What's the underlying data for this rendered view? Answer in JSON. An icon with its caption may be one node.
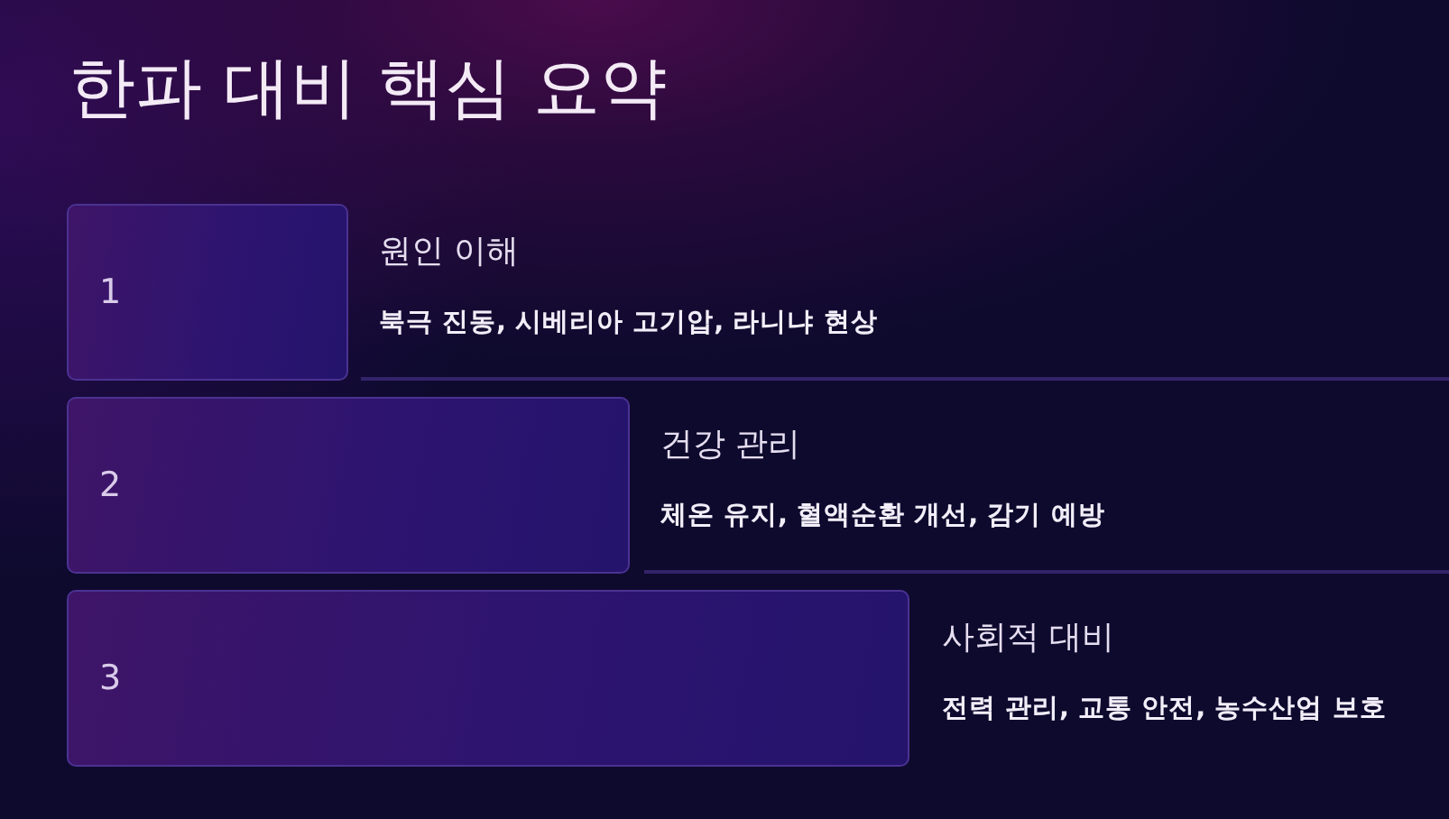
{
  "diagram": {
    "title": "한파 대비 핵심 요약",
    "nodes": [
      {
        "text": [
          "1"
        ],
        "beside": [
          "원인 이해",
          "북극 진동, 시베리아 고기압, 라니냐 현상"
        ]
      },
      {
        "text": [
          "2"
        ],
        "beside": [
          "건강 관리",
          "체온 유지, 혈액순환 개선, 감기 예방"
        ]
      },
      {
        "text": [
          "3"
        ],
        "beside": [
          "사회적 대비",
          "전력 관리, 교통 안전, 농수산업 보호"
        ]
      }
    ],
    "edges": []
  }
}
